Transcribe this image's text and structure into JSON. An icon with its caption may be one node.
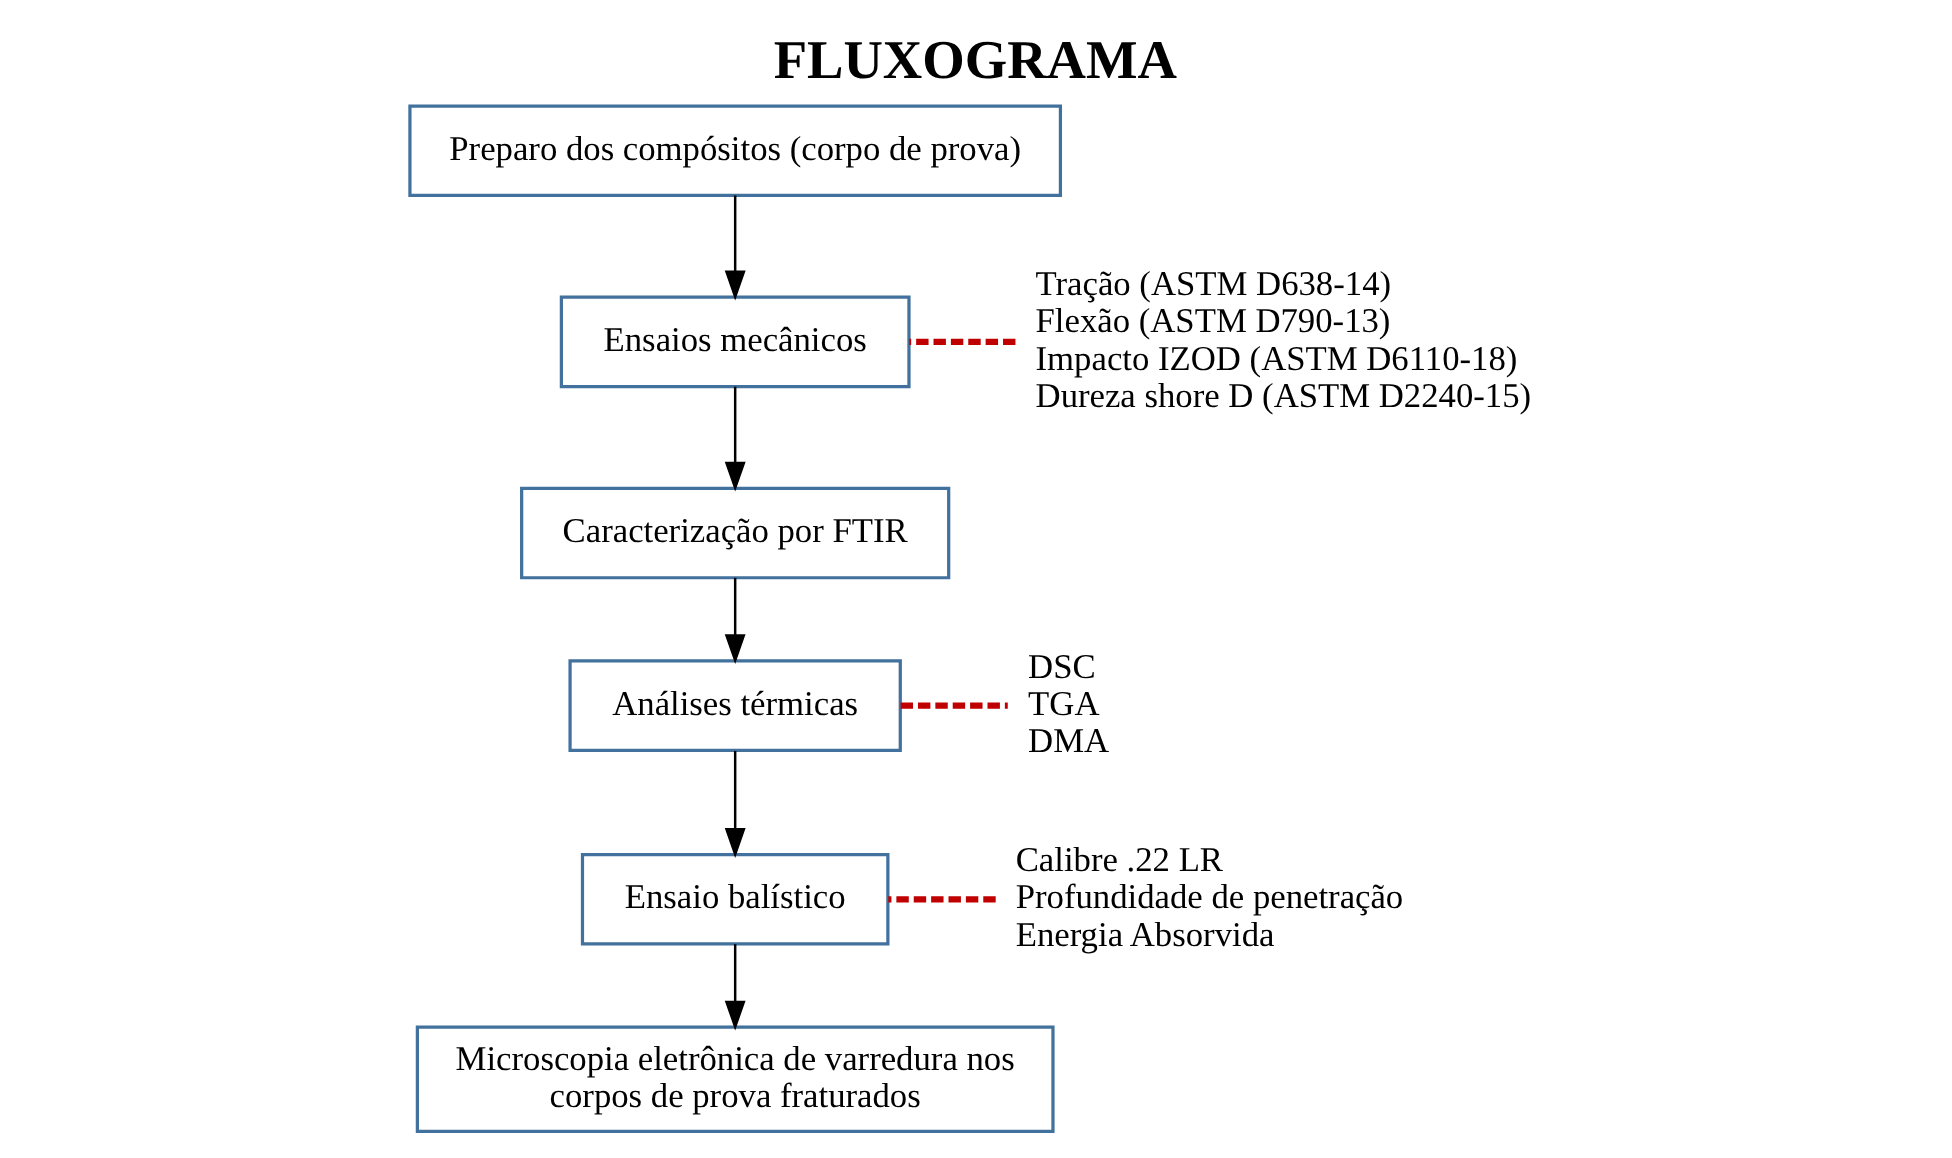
{
  "diagram": {
    "title": "FLUXOGRAMA",
    "nodes": [
      {
        "text": [
          "Preparo dos compósitos (corpo de prova)"
        ]
      },
      {
        "text": [
          "Ensaios mecânicos"
        ]
      },
      {
        "text": [
          "Caracterização por FTIR"
        ]
      },
      {
        "text": [
          "Análises térmicas"
        ]
      },
      {
        "text": [
          "Ensaio balístico"
        ]
      },
      {
        "text": [
          "Microscopia eletrônica de varredura nos corpos de prova fraturados"
        ]
      },
      {
        "text": [
          "Tração (ASTM D638-14)",
          "Flexão (ASTM D790-13)",
          "Impacto IZOD (ASTM D6110-18)",
          "Dureza shore D (ASTM D2240-15)"
        ]
      },
      {
        "text": [
          "DSC",
          "TGA",
          "DMA"
        ]
      },
      {
        "text": [
          "Calibre .22 LR",
          "Profundidade de penetração",
          "Energia Absorvida"
        ]
      }
    ],
    "edges": [
      {
        "from": 0,
        "to": 1,
        "arrow": "to"
      },
      {
        "from": 6,
        "to": 1,
        "arrow": "none",
        "style": "dashed",
        "color": "#c00000"
      },
      {
        "from": 1,
        "to": 2,
        "arrow": "to"
      },
      {
        "from": 2,
        "to": 3,
        "arrow": "to"
      },
      {
        "from": 3,
        "to": 7,
        "arrow": "none",
        "style": "dashed",
        "color": "#c00000"
      },
      {
        "from": 3,
        "to": 4,
        "arrow": "to"
      },
      {
        "from": 8,
        "to": 4,
        "arrow": "none",
        "style": "dashed",
        "color": "#c00000"
      },
      {
        "from": 4,
        "to": 5,
        "arrow": "to"
      }
    ]
  }
}
